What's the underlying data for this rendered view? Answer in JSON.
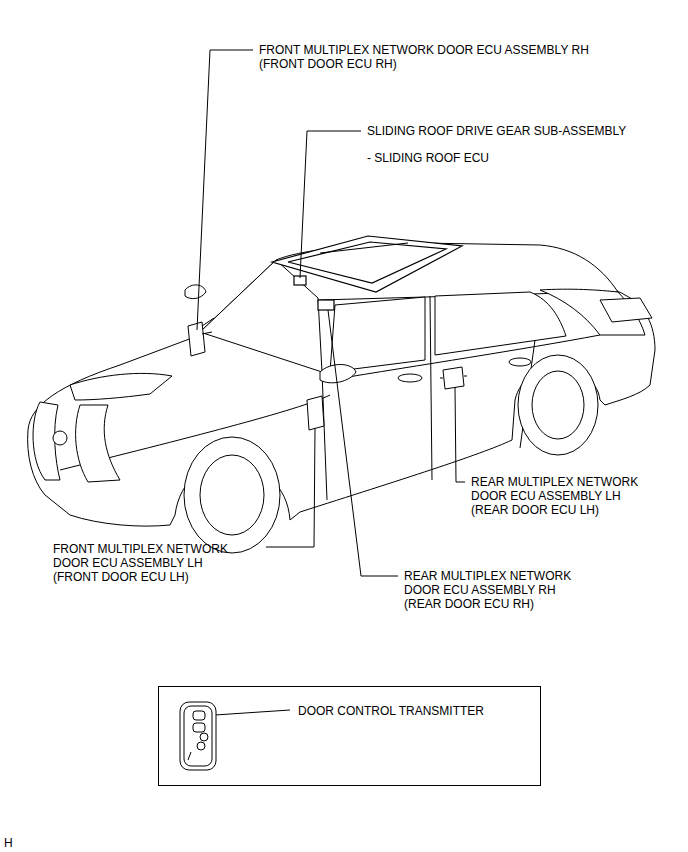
{
  "diagram": {
    "nodes": [
      {
        "text": [
          "DOOR CONTROL TRANSMITTER"
        ]
      }
    ],
    "edges": [],
    "labels": [
      "FRONT MULTIPLEX NETWORK DOOR ECU ASSEMBLY RH (FRONT DOOR ECU RH)",
      "SLIDING ROOF DRIVE GEAR SUB-ASSEMBLY",
      "- SLIDING ROOF ECU",
      "REAR MULTIPLEX NETWORK DOOR ECU ASSEMBLY LH (REAR DOOR ECU LH)",
      "FRONT MULTIPLEX NETWORK DOOR ECU ASSEMBLY LH (FRONT DOOR ECU LH)",
      "REAR MULTIPLEX NETWORK DOOR ECU ASSEMBLY RH (REAR DOOR ECU RH)",
      "H"
    ]
  }
}
